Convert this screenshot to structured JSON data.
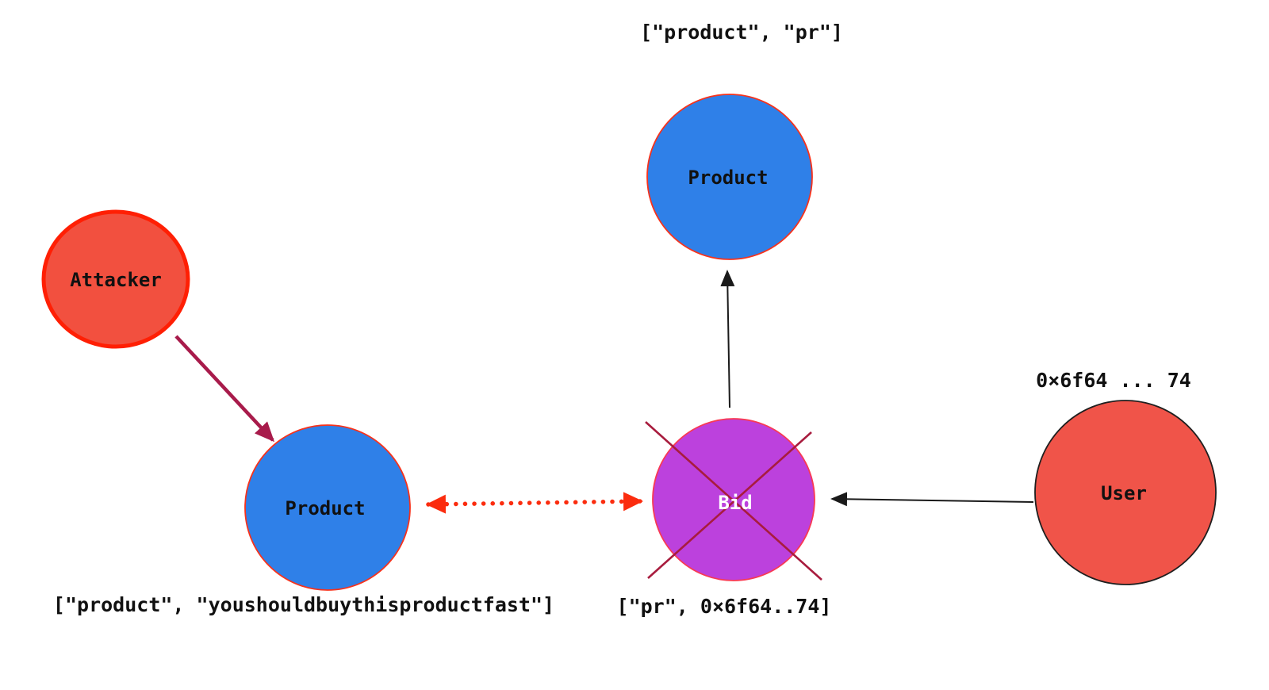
{
  "diagram": {
    "background": "#ffffff",
    "nodes": [
      {
        "id": "attacker",
        "label": "Attacker",
        "fill": "#f2503f",
        "stroke": "#ff1f04",
        "label_color": "#111111"
      },
      {
        "id": "product-left",
        "label": "Product",
        "fill": "#2f80e8",
        "stroke": "#f8321b",
        "label_color": "#111111"
      },
      {
        "id": "product-top",
        "label": "Product",
        "fill": "#2f80e8",
        "stroke": "#f8321b",
        "label_color": "#111111"
      },
      {
        "id": "bid",
        "label": "Bid",
        "fill": "#bc41dd",
        "stroke": "#f83a54",
        "label_color": "#ffffff",
        "crossed_out": true,
        "cross_color": "#a81c3e"
      },
      {
        "id": "user",
        "label": "User",
        "fill": "#f05449",
        "stroke": "#1f1f1f",
        "label_color": "#111111"
      }
    ],
    "annotations": [
      {
        "id": "product-top-key",
        "text": "[\"product\", \"pr\"]"
      },
      {
        "id": "product-left-key",
        "text": "[\"product\", \"youshouldbuythisproductfast\"]"
      },
      {
        "id": "bid-key",
        "text": "[\"pr\", 0×6f64..74]"
      },
      {
        "id": "user-address",
        "text": "0×6f64 ... 74"
      }
    ],
    "edges": [
      {
        "id": "attacker-to-product-left",
        "from": "attacker",
        "to": "product-left",
        "style": "solid",
        "color": "#a81b4b",
        "arrow": "end"
      },
      {
        "id": "bid-to-product-top",
        "from": "bid",
        "to": "product-top",
        "style": "solid",
        "color": "#1a1a1a",
        "arrow": "end"
      },
      {
        "id": "user-to-bid",
        "from": "user",
        "to": "bid",
        "style": "solid",
        "color": "#1a1a1a",
        "arrow": "end"
      },
      {
        "id": "product-left-to-bid",
        "from": "product-left",
        "to": "bid",
        "style": "dotted",
        "color": "#fb2c0e",
        "arrow": "both"
      }
    ]
  }
}
